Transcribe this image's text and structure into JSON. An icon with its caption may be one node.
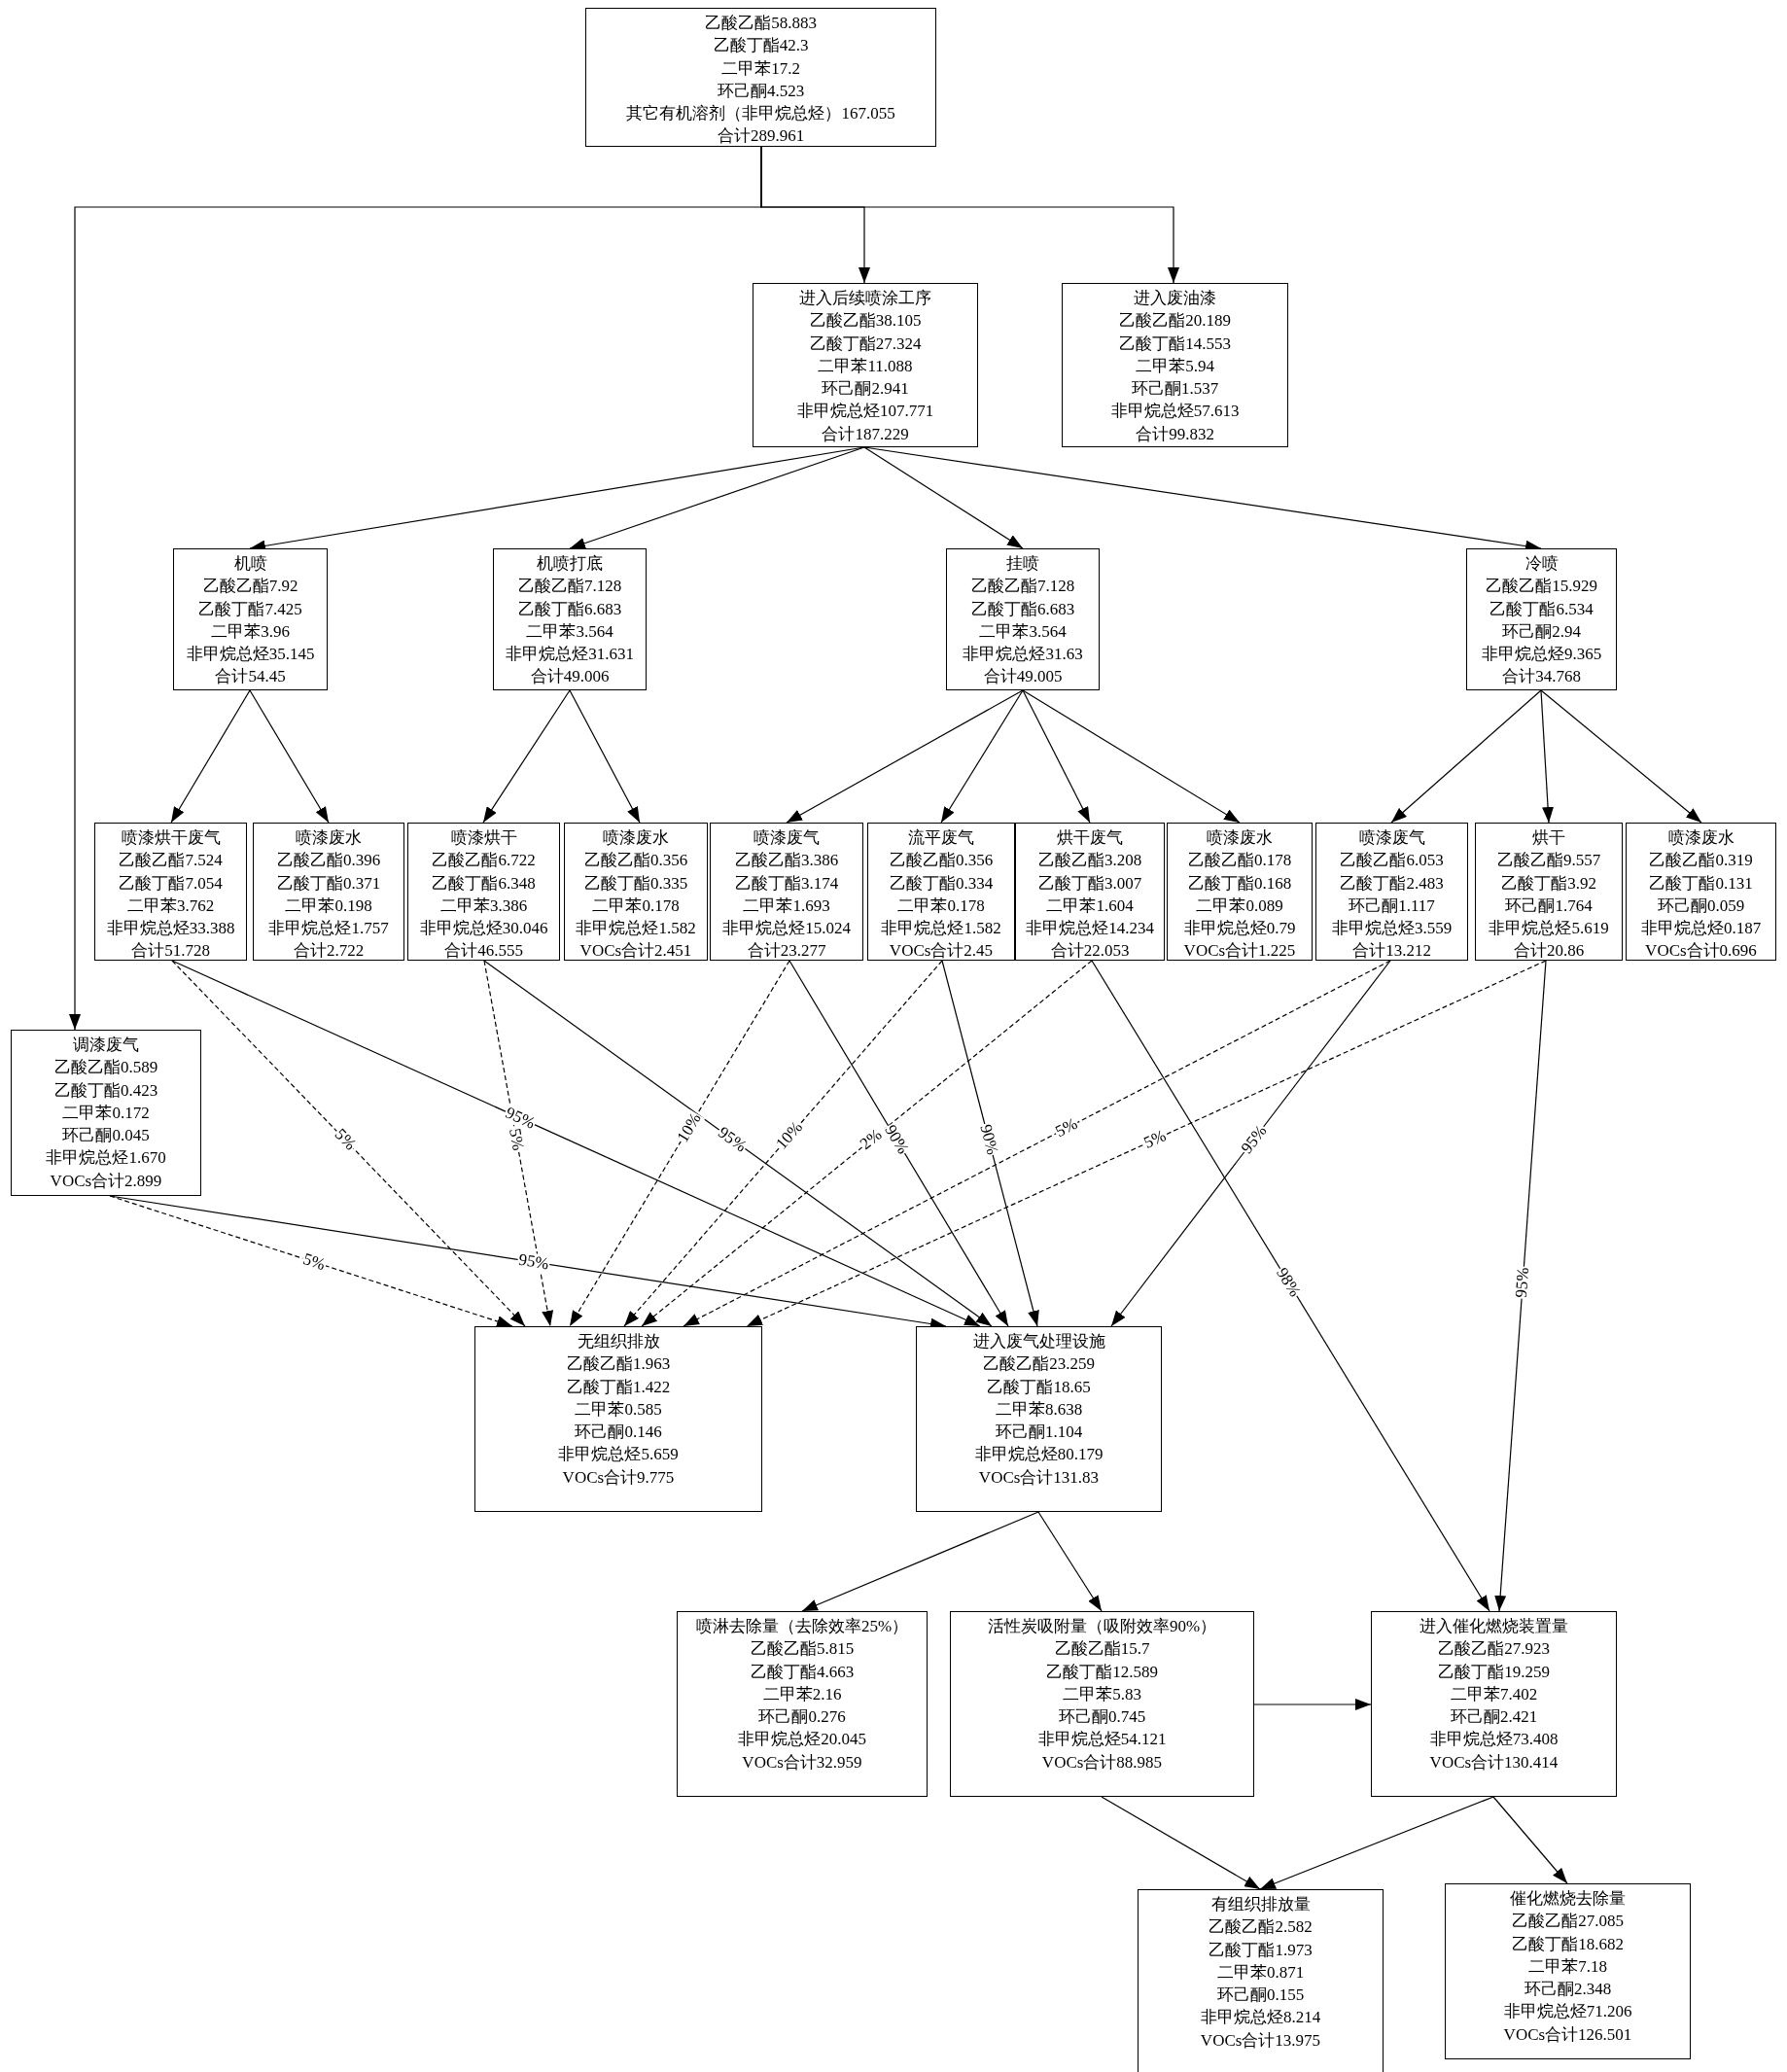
{
  "diagram": {
    "nodes": [
      {
        "text": [
          "乙酸乙酯58.883",
          "乙酸丁酯42.3",
          "二甲苯17.2",
          "环己酮4.523",
          "其它有机溶剂（非甲烷总烃）167.055",
          "合计289.961"
        ]
      },
      {
        "text": [
          "进入后续喷涂工序",
          "乙酸乙酯38.105",
          "乙酸丁酯27.324",
          "二甲苯11.088",
          "环己酮2.941",
          "非甲烷总烃107.771",
          "合计187.229"
        ]
      },
      {
        "text": [
          "进入废油漆",
          "乙酸乙酯20.189",
          "乙酸丁酯14.553",
          "二甲苯5.94",
          "环己酮1.537",
          "非甲烷总烃57.613",
          "合计99.832"
        ]
      },
      {
        "text": [
          "机喷",
          "乙酸乙酯7.92",
          "乙酸丁酯7.425",
          "二甲苯3.96",
          "非甲烷总烃35.145",
          "合计54.45"
        ]
      },
      {
        "text": [
          "机喷打底",
          "乙酸乙酯7.128",
          "乙酸丁酯6.683",
          "二甲苯3.564",
          "非甲烷总烃31.631",
          "合计49.006"
        ]
      },
      {
        "text": [
          "挂喷",
          "乙酸乙酯7.128",
          "乙酸丁酯6.683",
          "二甲苯3.564",
          "非甲烷总烃31.63",
          "合计49.005"
        ]
      },
      {
        "text": [
          "冷喷",
          "乙酸乙酯15.929",
          "乙酸丁酯6.534",
          "环己酮2.94",
          "非甲烷总烃9.365",
          "合计34.768"
        ]
      },
      {
        "text": [
          "喷漆烘干废气",
          "乙酸乙酯7.524",
          "乙酸丁酯7.054",
          "二甲苯3.762",
          "非甲烷总烃33.388",
          "合计51.728"
        ]
      },
      {
        "text": [
          "喷漆废水",
          "乙酸乙酯0.396",
          "乙酸丁酯0.371",
          "二甲苯0.198",
          "非甲烷总烃1.757",
          "合计2.722"
        ]
      },
      {
        "text": [
          "喷漆烘干",
          "乙酸乙酯6.722",
          "乙酸丁酯6.348",
          "二甲苯3.386",
          "非甲烷总烃30.046",
          "合计46.555"
        ]
      },
      {
        "text": [
          "喷漆废水",
          "乙酸乙酯0.356",
          "乙酸丁酯0.335",
          "二甲苯0.178",
          "非甲烷总烃1.582",
          "VOCs合计2.451"
        ]
      },
      {
        "text": [
          "喷漆废气",
          "乙酸乙酯3.386",
          "乙酸丁酯3.174",
          "二甲苯1.693",
          "非甲烷总烃15.024",
          "合计23.277"
        ]
      },
      {
        "text": [
          "流平废气",
          "乙酸乙酯0.356",
          "乙酸丁酯0.334",
          "二甲苯0.178",
          "非甲烷总烃1.582",
          "VOCs合计2.45"
        ]
      },
      {
        "text": [
          "烘干废气",
          "乙酸乙酯3.208",
          "乙酸丁酯3.007",
          "二甲苯1.604",
          "非甲烷总烃14.234",
          "合计22.053"
        ]
      },
      {
        "text": [
          "喷漆废水",
          "乙酸乙酯0.178",
          "乙酸丁酯0.168",
          "二甲苯0.089",
          "非甲烷总烃0.79",
          "VOCs合计1.225"
        ]
      },
      {
        "text": [
          "喷漆废气",
          "乙酸乙酯6.053",
          "乙酸丁酯2.483",
          "环己酮1.117",
          "非甲烷总烃3.559",
          "合计13.212"
        ]
      },
      {
        "text": [
          "烘干",
          "乙酸乙酯9.557",
          "乙酸丁酯3.92",
          "环己酮1.764",
          "非甲烷总烃5.619",
          "合计20.86"
        ]
      },
      {
        "text": [
          "喷漆废水",
          "乙酸乙酯0.319",
          "乙酸丁酯0.131",
          "环己酮0.059",
          "非甲烷总烃0.187",
          "VOCs合计0.696"
        ]
      },
      {
        "text": [
          "调漆废气",
          "乙酸乙酯0.589",
          "乙酸丁酯0.423",
          "二甲苯0.172",
          "环己酮0.045",
          "非甲烷总烃1.670",
          "VOCs合计2.899"
        ]
      },
      {
        "text": [
          "无组织排放",
          "乙酸乙酯1.963",
          "乙酸丁酯1.422",
          "二甲苯0.585",
          "环己酮0.146",
          "非甲烷总烃5.659",
          "VOCs合计9.775"
        ]
      },
      {
        "text": [
          "进入废气处理设施",
          "乙酸乙酯23.259",
          "乙酸丁酯18.65",
          "二甲苯8.638",
          "环己酮1.104",
          "非甲烷总烃80.179",
          "VOCs合计131.83"
        ]
      },
      {
        "text": [
          "喷淋去除量（去除效率25%）",
          "乙酸乙酯5.815",
          "乙酸丁酯4.663",
          "二甲苯2.16",
          "环己酮0.276",
          "非甲烷总烃20.045",
          "VOCs合计32.959"
        ]
      },
      {
        "text": [
          "活性炭吸附量（吸附效率90%）",
          "乙酸乙酯15.7",
          "乙酸丁酯12.589",
          "二甲苯5.83",
          "环己酮0.745",
          "非甲烷总烃54.121",
          "VOCs合计88.985"
        ]
      },
      {
        "text": [
          "进入催化燃烧装置量",
          "乙酸乙酯27.923",
          "乙酸丁酯19.259",
          "二甲苯7.402",
          "环己酮2.421",
          "非甲烷总烃73.408",
          "VOCs合计130.414"
        ]
      },
      {
        "text": [
          "有组织排放量",
          "乙酸乙酯2.582",
          "乙酸丁酯1.973",
          "二甲苯0.871",
          "环己酮0.155",
          "非甲烷总烃8.214",
          "VOCs合计13.975"
        ]
      },
      {
        "text": [
          "催化燃烧去除量",
          "乙酸乙酯27.085",
          "乙酸丁酯18.682",
          "二甲苯7.18",
          "环己酮2.348",
          "非甲烷总烃71.206",
          "VOCs合计126.501"
        ]
      }
    ],
    "edges": [
      {
        "from": 0,
        "to": 1,
        "arrow": "to"
      },
      {
        "from": 0,
        "to": 2,
        "arrow": "to"
      },
      {
        "from": 0,
        "to": 18,
        "arrow": "to"
      },
      {
        "from": 1,
        "to": 3,
        "arrow": "to"
      },
      {
        "from": 1,
        "to": 4,
        "arrow": "to"
      },
      {
        "from": 1,
        "to": 5,
        "arrow": "to"
      },
      {
        "from": 1,
        "to": 6,
        "arrow": "to"
      },
      {
        "from": 3,
        "to": 7,
        "arrow": "to"
      },
      {
        "from": 3,
        "to": 8,
        "arrow": "to"
      },
      {
        "from": 4,
        "to": 9,
        "arrow": "to"
      },
      {
        "from": 4,
        "to": 10,
        "arrow": "to"
      },
      {
        "from": 5,
        "to": 11,
        "arrow": "to"
      },
      {
        "from": 5,
        "to": 12,
        "arrow": "to"
      },
      {
        "from": 5,
        "to": 13,
        "arrow": "to"
      },
      {
        "from": 5,
        "to": 14,
        "arrow": "to"
      },
      {
        "from": 6,
        "to": 15,
        "arrow": "to"
      },
      {
        "from": 6,
        "to": 16,
        "arrow": "to"
      },
      {
        "from": 6,
        "to": 17,
        "arrow": "to"
      },
      {
        "from": 7,
        "to": 19,
        "arrow": "to",
        "label": "5%",
        "style": "dashed"
      },
      {
        "from": 7,
        "to": 20,
        "arrow": "to",
        "label": "95%"
      },
      {
        "from": 9,
        "to": 19,
        "arrow": "to",
        "label": "5%",
        "style": "dashed"
      },
      {
        "from": 9,
        "to": 20,
        "arrow": "to",
        "label": "95%"
      },
      {
        "from": 11,
        "to": 19,
        "arrow": "to",
        "label": "10%",
        "style": "dashed"
      },
      {
        "from": 11,
        "to": 20,
        "arrow": "to",
        "label": "90%"
      },
      {
        "from": 12,
        "to": 19,
        "arrow": "to",
        "label": "10%",
        "style": "dashed"
      },
      {
        "from": 12,
        "to": 20,
        "arrow": "to",
        "label": "90%"
      },
      {
        "from": 13,
        "to": 19,
        "arrow": "to",
        "label": "2%",
        "style": "dashed"
      },
      {
        "from": 13,
        "to": 23,
        "arrow": "to",
        "label": "98%"
      },
      {
        "from": 15,
        "to": 19,
        "arrow": "to",
        "label": "5%",
        "style": "dashed"
      },
      {
        "from": 15,
        "to": 20,
        "arrow": "to",
        "label": "95%"
      },
      {
        "from": 16,
        "to": 19,
        "arrow": "to",
        "label": "5%",
        "style": "dashed"
      },
      {
        "from": 16,
        "to": 23,
        "arrow": "to",
        "label": "95%"
      },
      {
        "from": 18,
        "to": 19,
        "arrow": "to",
        "label": "5%",
        "style": "dashed"
      },
      {
        "from": 18,
        "to": 20,
        "arrow": "to",
        "label": "95%"
      },
      {
        "from": 20,
        "to": 21,
        "arrow": "to"
      },
      {
        "from": 20,
        "to": 22,
        "arrow": "to"
      },
      {
        "from": 22,
        "to": 23,
        "arrow": "to"
      },
      {
        "from": 22,
        "to": 24,
        "arrow": "to"
      },
      {
        "from": 23,
        "to": 24,
        "arrow": "to"
      },
      {
        "from": 23,
        "to": 25,
        "arrow": "to"
      }
    ]
  }
}
